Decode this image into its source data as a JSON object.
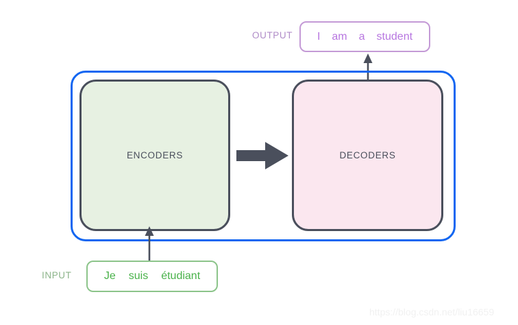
{
  "diagram": {
    "output": {
      "label": "OUTPUT",
      "tokens": [
        "I",
        "am",
        "a",
        "student"
      ],
      "border_color": "#c49ad6",
      "text_color": "#b776e0",
      "label_color": "#b08cc8"
    },
    "input": {
      "label": "INPUT",
      "tokens": [
        "Je",
        "suis",
        "étudiant"
      ],
      "border_color": "#8cc48a",
      "text_color": "#49b24a",
      "label_color": "#8cb48a"
    },
    "model": {
      "wrapper_color": "#1266f1",
      "encoders": {
        "label": "ENCODERS",
        "fill": "#e7f1e2",
        "border": "#4a4f5c"
      },
      "decoders": {
        "label": "DECODERS",
        "fill": "#fbe7ef",
        "border": "#4a4f5c"
      },
      "arrow_color": "#4a4f5c"
    },
    "connectors": {
      "input_to_encoders": "arrow-up",
      "decoders_to_output": "arrow-up",
      "encoders_to_decoders": "arrow-right"
    },
    "watermark": "https://blog.csdn.net/liu16659"
  }
}
